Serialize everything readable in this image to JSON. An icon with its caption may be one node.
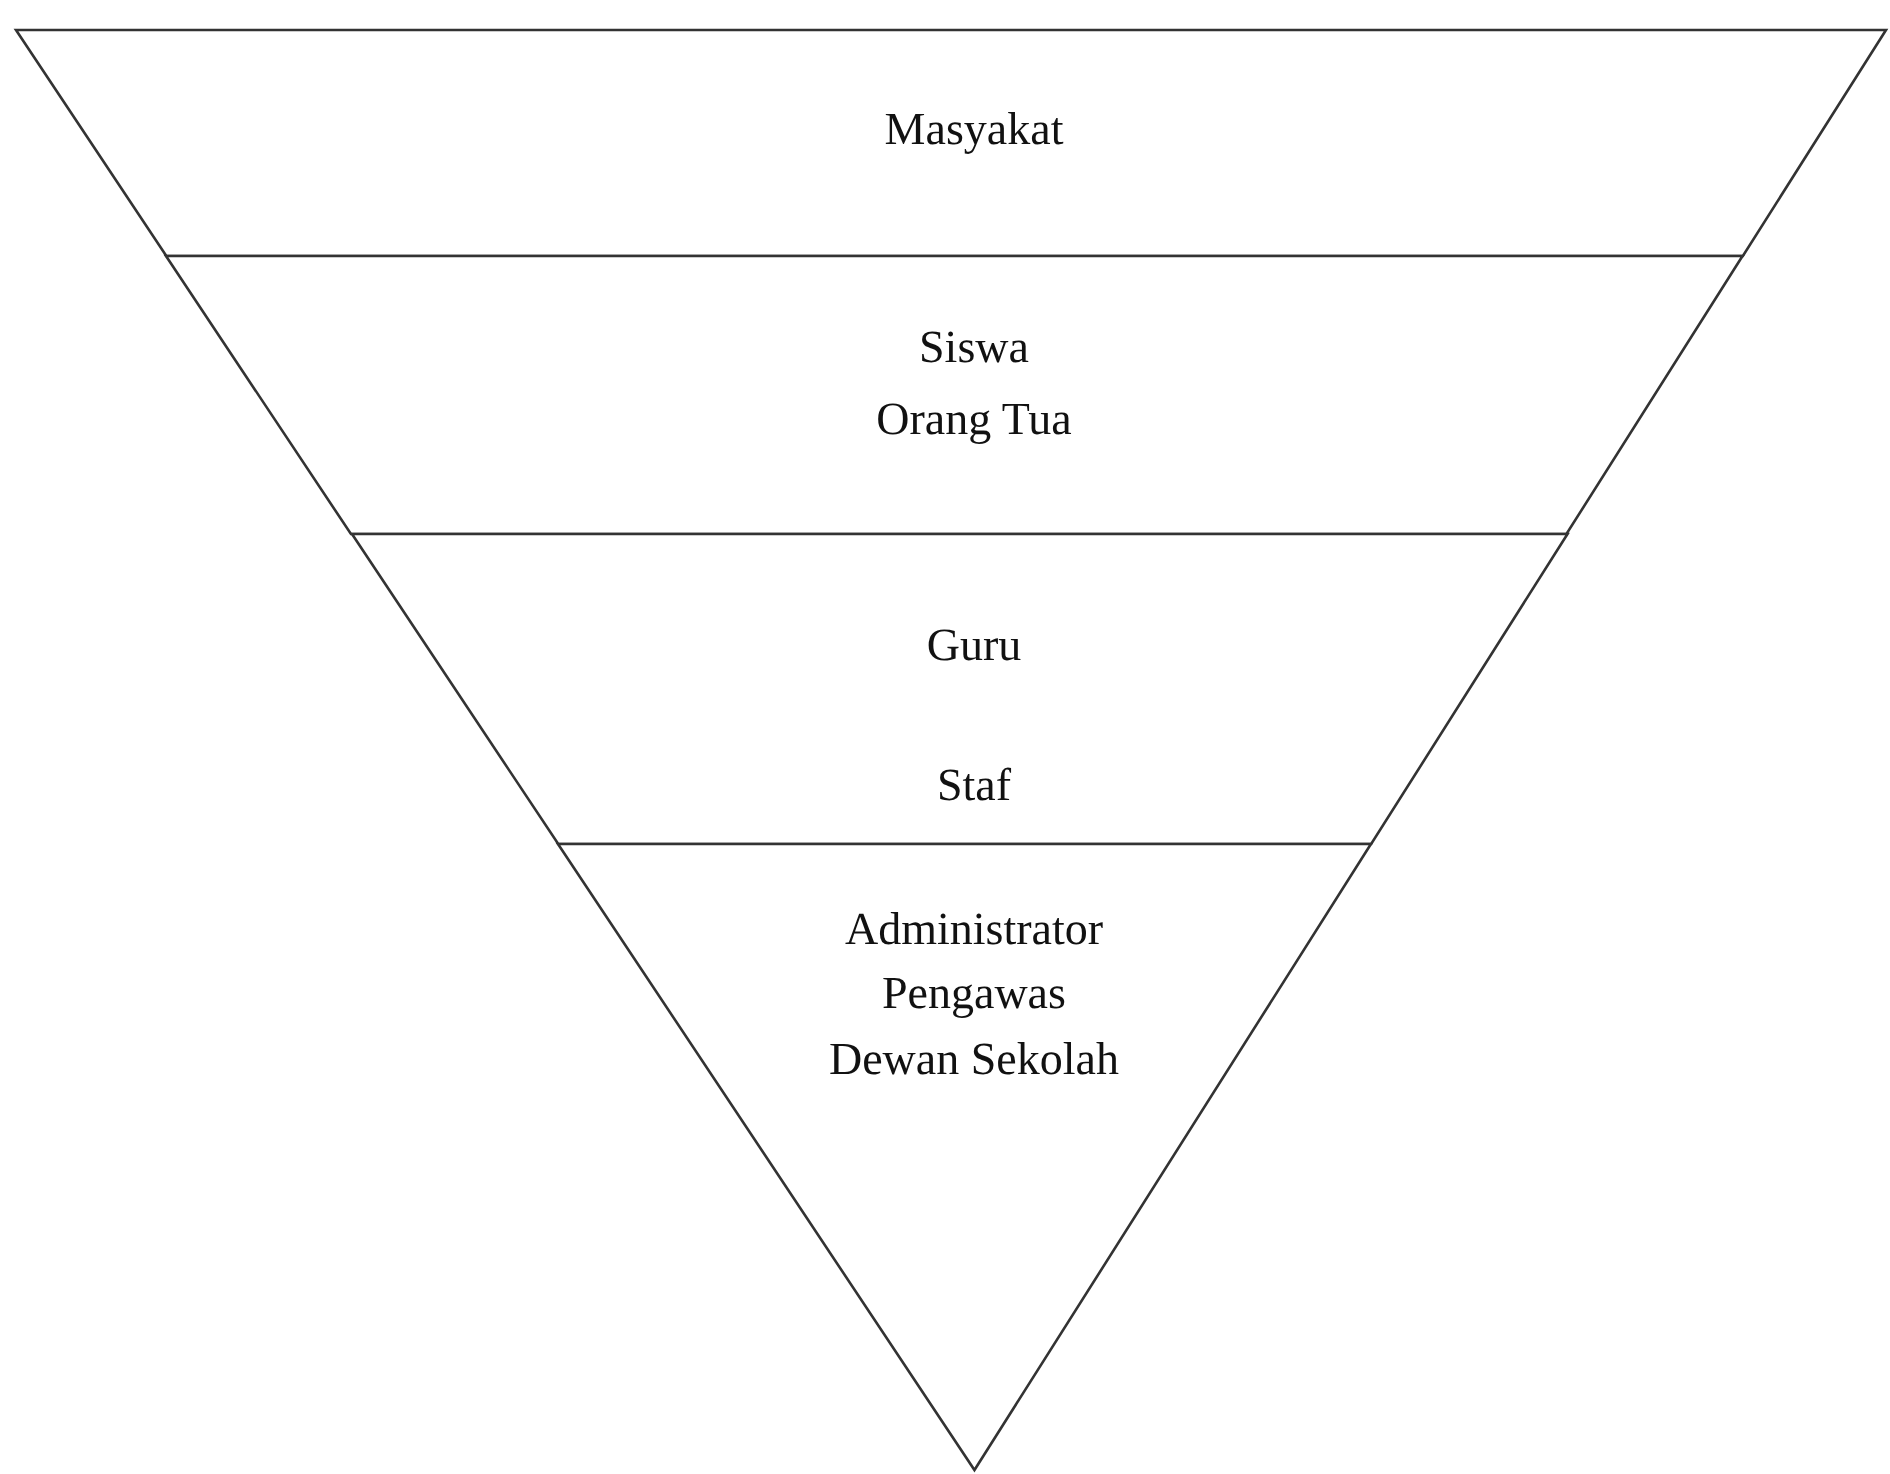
{
  "diagram": {
    "nodes": [
      {
        "text": [
          "Masyakat"
        ]
      },
      {
        "text": [
          "Siswa",
          "Orang Tua"
        ]
      },
      {
        "text": [
          "Guru",
          "Staf"
        ]
      },
      {
        "text": [
          "Administrator",
          "Pengawas",
          "Dewan Sekolah"
        ]
      }
    ]
  }
}
